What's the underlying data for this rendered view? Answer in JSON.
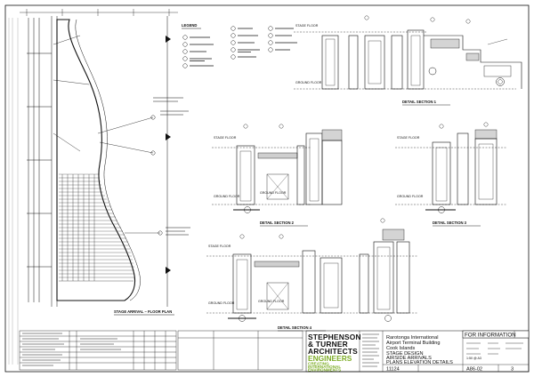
{
  "sheet": {
    "legend_title": "LEGEND",
    "legend_items": [
      "",
      "",
      "",
      "",
      "",
      "",
      "",
      "",
      "",
      ""
    ],
    "plan_title": "STAGE ARRIVAL – FLOOR PLAN",
    "detail_sections": [
      "DETAIL SECTION 1",
      "DETAIL SECTION 2",
      "DETAIL SECTION 3",
      "DETAIL SECTION 4"
    ],
    "floor_labels": {
      "stage_floor": "STAGE FLOOR",
      "ground_floor": "GROUND FLOOR"
    }
  },
  "title_block": {
    "firm_lines": [
      "STEPHENSON",
      "& TURNER",
      "ARCHITECTS",
      "ENGINEERS",
      "CREATING",
      "INTERNATIONAL",
      "ENVIRONMENTS"
    ],
    "project": [
      "Rarotonga International",
      "Airport Terminal Building",
      "Cook Islands"
    ],
    "drawing": [
      "STAGE DESIGN",
      "AIRSIDE ARRIVALS",
      "PLANS ELEVATION DETAILS"
    ],
    "status": "FOR INFORMATION",
    "job_number": "11124",
    "drawing_number": "A86-02",
    "revision": "3",
    "scale": "1:50 @ A3"
  },
  "colors": {
    "ink": "#111111",
    "paper": "#ffffff",
    "engineers_green": "#7fae2a",
    "stage_fill": "#cfcfcf"
  }
}
